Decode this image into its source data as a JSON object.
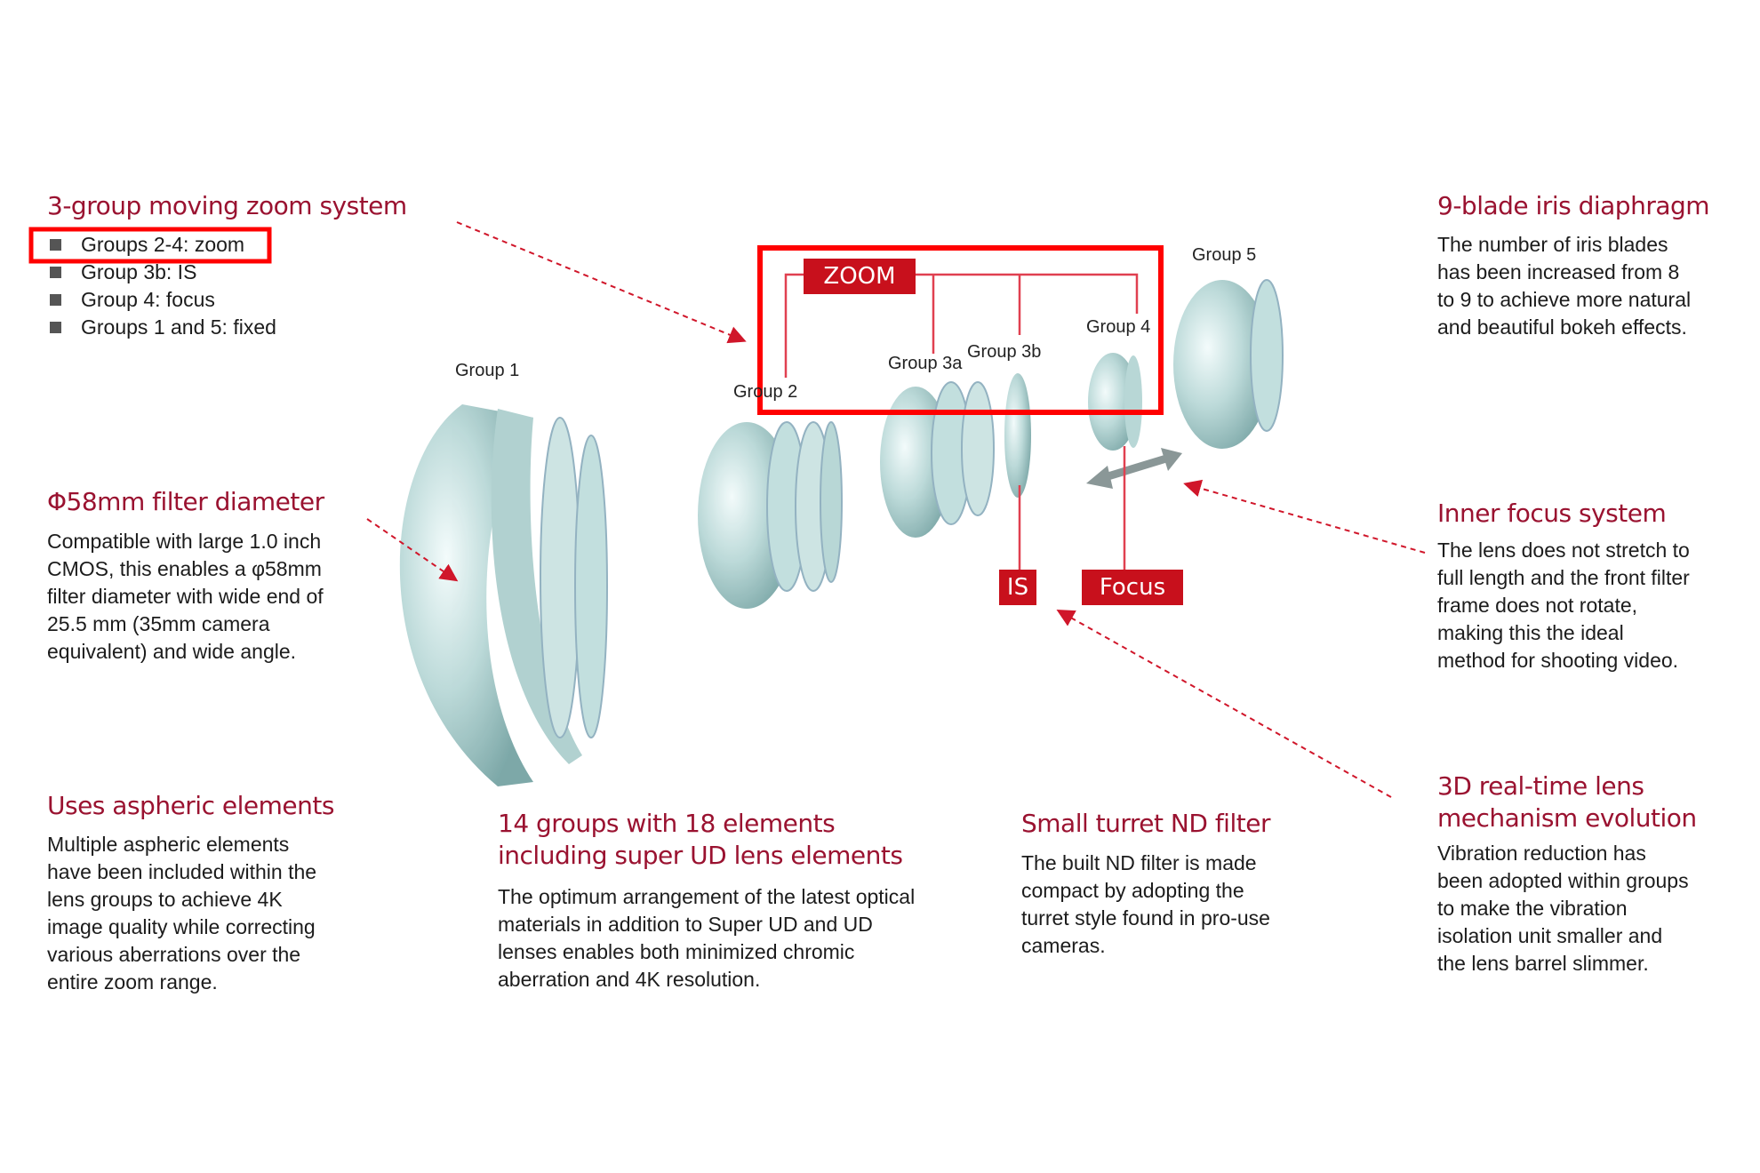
{
  "zoom_system": {
    "title": "3-group moving zoom system",
    "bullets": [
      "Groups 2-4: zoom",
      "Group 3b: IS",
      "Group 4: focus",
      "Groups 1 and 5: fixed"
    ]
  },
  "filter": {
    "title": "Φ58mm filter diameter",
    "lines": [
      "Compatible with large 1.0 inch",
      "CMOS, this enables a φ58mm",
      "filter diameter with wide end of",
      "25.5 mm (35mm camera",
      "equivalent) and wide angle."
    ]
  },
  "aspheric": {
    "title": "Uses aspheric elements",
    "lines": [
      "Multiple aspheric elements",
      "have been included within the",
      "lens groups to achieve 4K",
      "image quality while correcting",
      "various aberrations over the",
      "entire zoom range."
    ]
  },
  "groups_elements": {
    "title_lines": [
      "14 groups with 18 elements",
      "including super UD lens elements"
    ],
    "lines": [
      "The optimum arrangement of the latest optical",
      "materials in addition to Super UD and UD",
      "lenses enables both minimized chromic",
      "aberration and 4K resolution."
    ]
  },
  "nd_filter": {
    "title": "Small turret ND filter",
    "lines": [
      "The built ND filter is made",
      "compact by adopting the",
      "turret style found in pro-use",
      "cameras."
    ]
  },
  "iris": {
    "title": "9-blade iris diaphragm",
    "lines": [
      "The number of iris blades",
      "has been increased from 8",
      "to 9 to achieve more natural",
      "and beautiful bokeh effects."
    ]
  },
  "inner_focus": {
    "title": "Inner focus system",
    "lines": [
      "The lens does not stretch to",
      "full length and the front filter",
      "frame does not rotate,",
      "making this the ideal",
      "method for shooting video."
    ]
  },
  "realtime": {
    "title_lines": [
      "3D real-time lens",
      "mechanism evolution"
    ],
    "lines": [
      "Vibration reduction has",
      "been adopted within groups",
      "to make the vibration",
      "isolation unit smaller and",
      "the lens barrel slimmer."
    ]
  },
  "diagram": {
    "group_labels": [
      "Group 1",
      "Group 2",
      "Group 3a",
      "Group 3b",
      "Group 4",
      "Group 5"
    ],
    "tags": {
      "zoom": "ZOOM",
      "is": "IS",
      "focus": "Focus"
    }
  },
  "colors": {
    "accent": "#c8101c",
    "heading": "#9a1230",
    "lens": "#8fbcbc",
    "highlight_box": "#ff0000"
  }
}
